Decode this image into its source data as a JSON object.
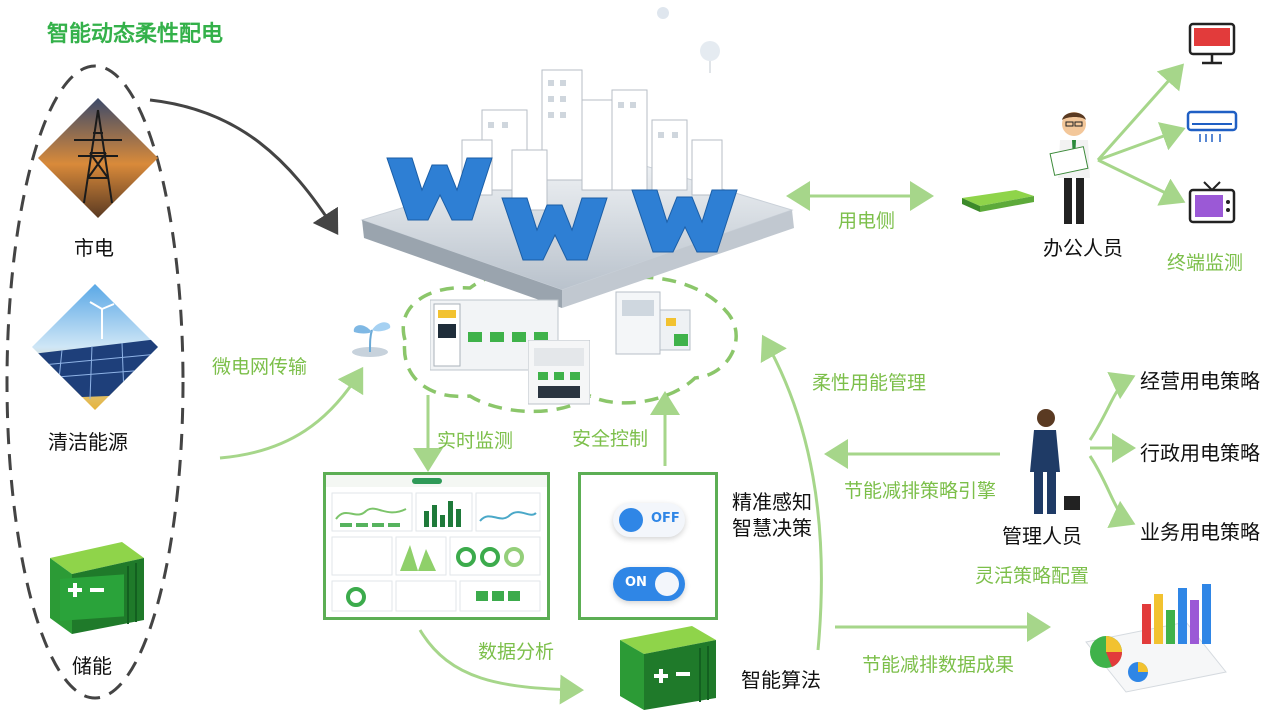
{
  "title": "智能动态柔性配电",
  "sources": {
    "grid": "市电",
    "clean": "清洁能源",
    "storage": "储能"
  },
  "flows": {
    "microgrid": "微电网传输",
    "realtime": "实时监测",
    "safety": "安全控制",
    "analysis": "数据分析",
    "user_side": "用电侧",
    "flex_mgmt": "柔性用能管理",
    "engine": "节能减排策略引擎",
    "results": "节能减排数据成果"
  },
  "decision": {
    "line1": "精准感知",
    "line2": "智慧决策"
  },
  "algorithm": "智能算法",
  "toggles": {
    "off": "OFF",
    "on": "ON"
  },
  "office": {
    "staff": "办公人员",
    "monitor": "终端监测"
  },
  "management": {
    "staff": "管理人员",
    "config": "灵活策略配置",
    "strategies": [
      "经营用电策略",
      "行政用电策略",
      "业务用电策略"
    ]
  },
  "colors": {
    "title_green": "#34b14a",
    "label_green": "#7cbf4a",
    "arrow_green": "#a6d68a",
    "panel_green": "#5cae54",
    "toggle_blue": "#2f86e6"
  }
}
